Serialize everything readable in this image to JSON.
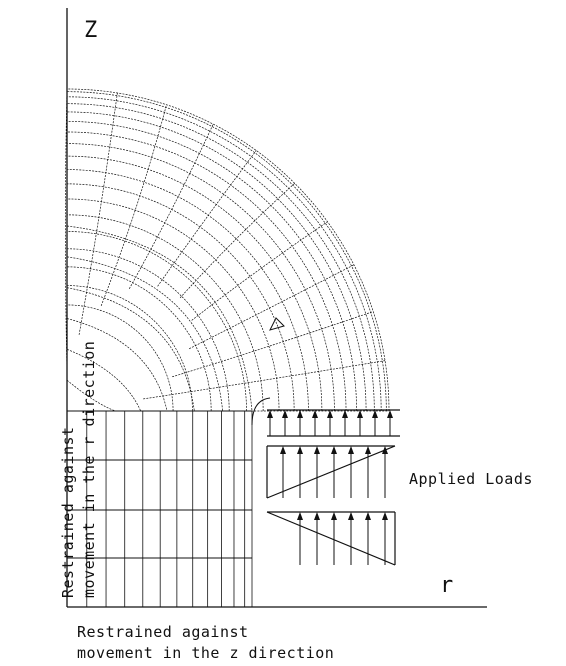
{
  "axes": {
    "z_label": "Z",
    "r_label": "r"
  },
  "annotations": {
    "applied_loads": "Applied Loads",
    "bottom_line1": "Restrained against",
    "bottom_line2": "movement in the z direction",
    "left_line1": "Restrained against",
    "left_line2": "movement in the r direction"
  },
  "colors": {
    "ink": "#111111",
    "background": "#ffffff"
  }
}
